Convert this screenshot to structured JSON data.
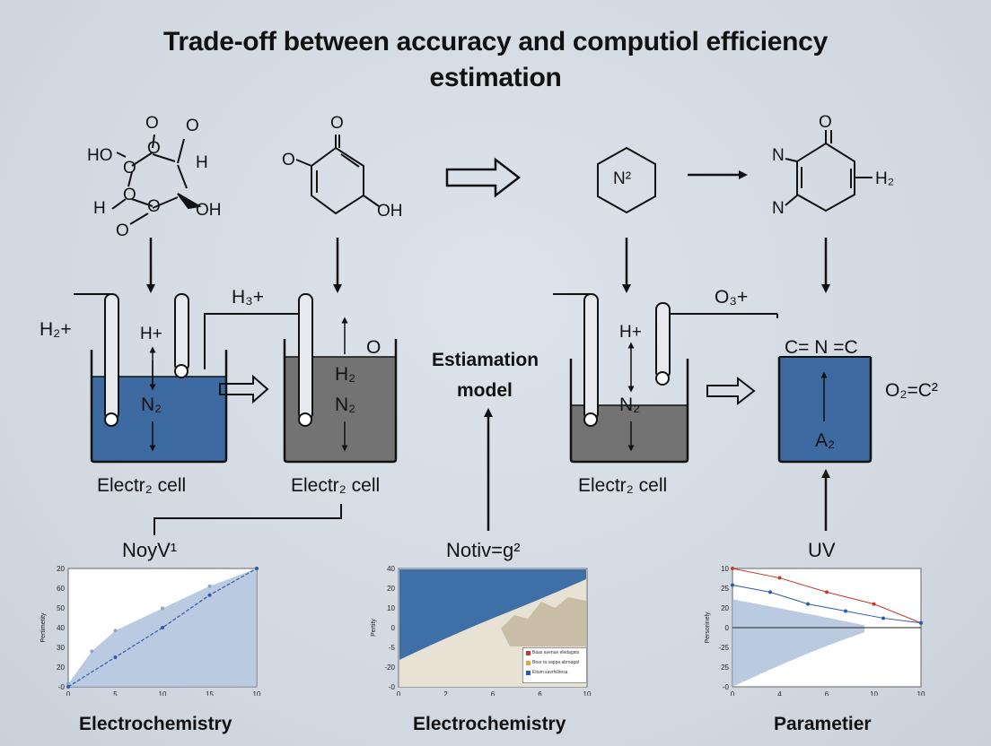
{
  "title": {
    "line1": "Trade-off between accuracy and computiol efficiency",
    "line2": "estimation"
  },
  "molecules": {
    "m1": {
      "o_top1": "O",
      "o_top2": "O",
      "ho": "HO",
      "h_right": "H",
      "h_left": "H",
      "oh": "OH",
      "o_bottom": "O",
      "ring_o1": "O",
      "ring_o2": "O",
      "ring_o3": "O",
      "ring_o4": "O"
    },
    "m2": {
      "o_top": "O",
      "o_left": "O",
      "oh": "OH"
    },
    "m3": {
      "label": "N²"
    },
    "m4": {
      "o_top": "O",
      "n_top": "N",
      "n_bottom": "N",
      "h2": "H₂"
    }
  },
  "cells": {
    "h2_plus": "H₂+",
    "h3_plus": "H₃+",
    "c1": {
      "hplus": "H+",
      "n2": "N₂",
      "caption": "Electr₂ cell"
    },
    "c2": {
      "o": "O",
      "h2": "H₂",
      "n2": "N₂",
      "caption": "Electr₂ cell"
    },
    "c3": {
      "hplus": "H+",
      "n2": "N₂",
      "caption": "Electr₂ cell"
    },
    "o3_plus": "O₃+",
    "c4": {
      "formula": "C= N =C",
      "a2": "A₂"
    },
    "o2c2": "O₂=C²"
  },
  "model": {
    "line1": "Estiamation",
    "line2": "model"
  },
  "mid_labels": {
    "left": "NoyV¹",
    "center": "Notiv=g²",
    "right": "UV"
  },
  "charts": {
    "left": {
      "xlabel": "Electrochemistry",
      "ylabel": "Pertimetity"
    },
    "center": {
      "xlabel": "Electrochemistry",
      "ylabel": "Pertity",
      "legend": [
        "Baas avenue eledagats",
        "Bear ta sappa abroagal",
        "Eitum savrhiliresa"
      ]
    },
    "right": {
      "xlabel": "Parametier",
      "ylabel": "Persorinely"
    }
  },
  "chart_data": [
    {
      "type": "area",
      "title": "",
      "xlabel": "Electrochemistry",
      "ylabel": "Pertimetity",
      "x_ticks": [
        "0",
        "5",
        "10",
        "15",
        "10"
      ],
      "y_ticks": [
        "20",
        "60",
        "50",
        "40",
        "30",
        "20",
        "-0"
      ],
      "xlim": [
        0,
        20
      ],
      "ylim": [
        0,
        80
      ],
      "series": [
        {
          "x": [
            0,
            2.5,
            5,
            10,
            15,
            20
          ],
          "values": [
            2,
            24,
            38,
            53,
            68,
            80
          ]
        },
        {
          "x": [
            0,
            5,
            10,
            15,
            20
          ],
          "values": [
            0,
            20,
            40,
            62,
            80
          ]
        }
      ]
    },
    {
      "type": "area",
      "title": "",
      "xlabel": "Electrochemistry",
      "ylabel": "Pertity",
      "x_ticks": [
        "0",
        "2",
        "6",
        "6",
        "10"
      ],
      "y_ticks": [
        "40",
        "20",
        "10",
        "0",
        "-5",
        "-20",
        "-0"
      ],
      "legend_position": "bottom-right",
      "series": [
        {
          "name": "Baas avenue eledagats",
          "color": "#c0392b"
        },
        {
          "name": "Bear ta sappa abroagal",
          "color": "#e6a23c"
        },
        {
          "name": "Eitum savrhiliresa",
          "color": "#2d5aa8"
        }
      ]
    },
    {
      "type": "line",
      "title": "",
      "xlabel": "Parametier",
      "ylabel": "Persorinely",
      "x_ticks": [
        "0",
        "4",
        "6",
        "10",
        "10"
      ],
      "y_ticks": [
        "10",
        "25",
        "20",
        "0",
        "-25",
        "25",
        "-0"
      ],
      "xlim": [
        0,
        20
      ],
      "ylim": [
        -25,
        25
      ],
      "series": [
        {
          "color": "#c0392b",
          "x": [
            0,
            5,
            10,
            15,
            20
          ],
          "values": [
            25,
            21,
            15,
            10,
            2
          ]
        },
        {
          "color": "#2d5aa8",
          "x": [
            0,
            4,
            8,
            12,
            16,
            20
          ],
          "values": [
            18,
            15,
            10,
            7,
            4,
            2
          ]
        }
      ]
    }
  ]
}
